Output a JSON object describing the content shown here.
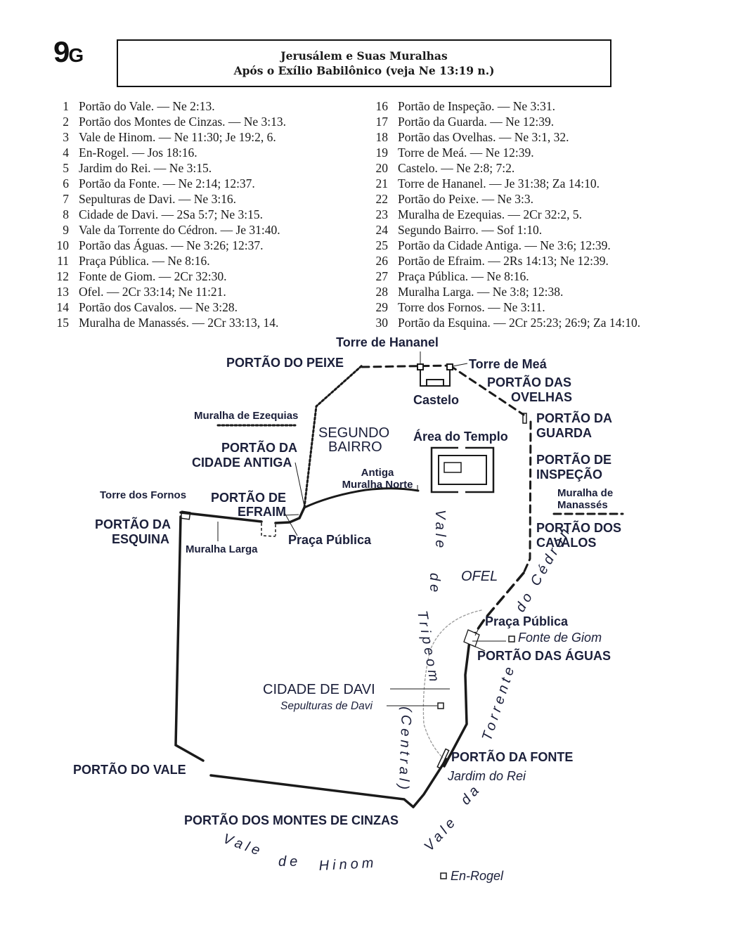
{
  "header": {
    "badge_number": "9",
    "badge_letter": "G",
    "title_line1": "Jerusálem e Suas Muralhas",
    "title_line2": "Após o Exílio Babilônico (veja Ne 13:19 n.)"
  },
  "legend": [
    {
      "n": "1",
      "text": "Portão do Vale. — Ne 2:13."
    },
    {
      "n": "2",
      "text": "Portão dos Montes de Cinzas. — Ne 3:13."
    },
    {
      "n": "3",
      "text": "Vale de Hinom. — Ne 11:30; Je 19:2, 6."
    },
    {
      "n": "4",
      "text": "En-Rogel. — Jos 18:16."
    },
    {
      "n": "5",
      "text": "Jardim do Rei. — Ne 3:15."
    },
    {
      "n": "6",
      "text": "Portão da Fonte. — Ne 2:14; 12:37."
    },
    {
      "n": "7",
      "text": "Sepulturas de Davi. — Ne 3:16."
    },
    {
      "n": "8",
      "text": "Cidade de Davi. — 2Sa 5:7; Ne 3:15."
    },
    {
      "n": "9",
      "text": "Vale da Torrente do Cédron. — Je 31:40."
    },
    {
      "n": "10",
      "text": "Portão das Águas. — Ne 3:26; 12:37."
    },
    {
      "n": "11",
      "text": "Praça Pública. — Ne 8:16."
    },
    {
      "n": "12",
      "text": "Fonte de Giom. — 2Cr 32:30."
    },
    {
      "n": "13",
      "text": "Ofel. — 2Cr 33:14; Ne 11:21."
    },
    {
      "n": "14",
      "text": "Portão dos Cavalos. — Ne 3:28."
    },
    {
      "n": "15",
      "text": "Muralha de Manassés. — 2Cr 33:13, 14."
    },
    {
      "n": "16",
      "text": "Portão de Inspeção. — Ne 3:31."
    },
    {
      "n": "17",
      "text": "Portão da Guarda. — Ne 12:39."
    },
    {
      "n": "18",
      "text": "Portão das Ovelhas. — Ne 3:1, 32."
    },
    {
      "n": "19",
      "text": "Torre de Meá. — Ne 12:39."
    },
    {
      "n": "20",
      "text": "Castelo. — Ne 2:8; 7:2."
    },
    {
      "n": "21",
      "text": "Torre de Hananel. — Je 31:38; Za 14:10."
    },
    {
      "n": "22",
      "text": "Portão do Peixe. — Ne 3:3."
    },
    {
      "n": "23",
      "text": "Muralha de Ezequias. — 2Cr 32:2, 5."
    },
    {
      "n": "24",
      "text": "Segundo Bairro. — Sof 1:10."
    },
    {
      "n": "25",
      "text": "Portão da Cidade Antiga. — Ne 3:6; 12:39."
    },
    {
      "n": "26",
      "text": "Portão de Efraim. — 2Rs 14:13; Ne 12:39."
    },
    {
      "n": "27",
      "text": "Praça Pública. — Ne 8:16."
    },
    {
      "n": "28",
      "text": "Muralha Larga. — Ne 3:8; 12:38."
    },
    {
      "n": "29",
      "text": "Torre dos Fornos. — Ne 3:11."
    },
    {
      "n": "30",
      "text": "Portão da Esquina. — 2Cr 25:23; 26:9; Za 14:10."
    }
  ],
  "map": {
    "torre_hananel": "Torre de Hananel",
    "portao_peixe": "PORTÃO DO PEIXE",
    "torre_mea": "Torre de Meá",
    "portao_ovelhas_1": "PORTÃO DAS",
    "portao_ovelhas_2": "OVELHAS",
    "castelo": "Castelo",
    "muralha_ezequias": "Muralha de Ezequias",
    "segundo_bairro_1": "SEGUNDO",
    "segundo_bairro_2": "BAIRRO",
    "area_templo": "Área do Templo",
    "portao_guarda_1": "PORTÃO DA",
    "portao_guarda_2": "GUARDA",
    "portao_cidade_antiga_1": "PORTÃO DA",
    "portao_cidade_antiga_2": "CIDADE ANTIGA",
    "portao_inspecao_1": "PORTÃO DE",
    "portao_inspecao_2": "INSPEÇÃO",
    "antiga_muralha_norte_1": "Antiga",
    "antiga_muralha_norte_2": "Muralha Norte",
    "muralha_manasses_1": "Muralha de",
    "muralha_manasses_2": "Manassés",
    "torre_fornos": "Torre dos Fornos",
    "portao_efraim_1": "PORTÃO DE",
    "portao_efraim_2": "EFRAIM",
    "portao_esquina_1": "PORTÃO DA",
    "portao_esquina_2": "ESQUINA",
    "portao_cavalos_1": "PORTÃO DOS",
    "portao_cavalos_2": "CAVALOS",
    "praca_publica_norte": "Praça Pública",
    "muralha_larga": "Muralha Larga",
    "vale_tripeom_1": "Vale",
    "vale_tripeom_2": "de",
    "vale_tripeom_3": "Tripeom",
    "vale_tripeom_4": "(Central)",
    "ofel": "OFEL",
    "vale_cedron_1": "Vale",
    "vale_cedron_2": "da",
    "vale_cedron_3": "Torrente",
    "vale_cedron_4": "do Cédron",
    "praca_publica_sul": "Praça Pública",
    "fonte_giom": "Fonte de Giom",
    "portao_aguas": "PORTÃO DAS ÁGUAS",
    "cidade_davi": "CIDADE DE DAVI",
    "sepulturas_davi": "Sepulturas de Davi",
    "portao_fonte": "PORTÃO DA FONTE",
    "jardim_rei": "Jardim do Rei",
    "portao_vale": "PORTÃO DO VALE",
    "portao_montes_cinzas": "PORTÃO DOS MONTES DE CINZAS",
    "vale_hinom_1": "Vale",
    "vale_hinom_2": "de",
    "vale_hinom_3": "Hinom",
    "en_rogel": "En-Rogel"
  }
}
